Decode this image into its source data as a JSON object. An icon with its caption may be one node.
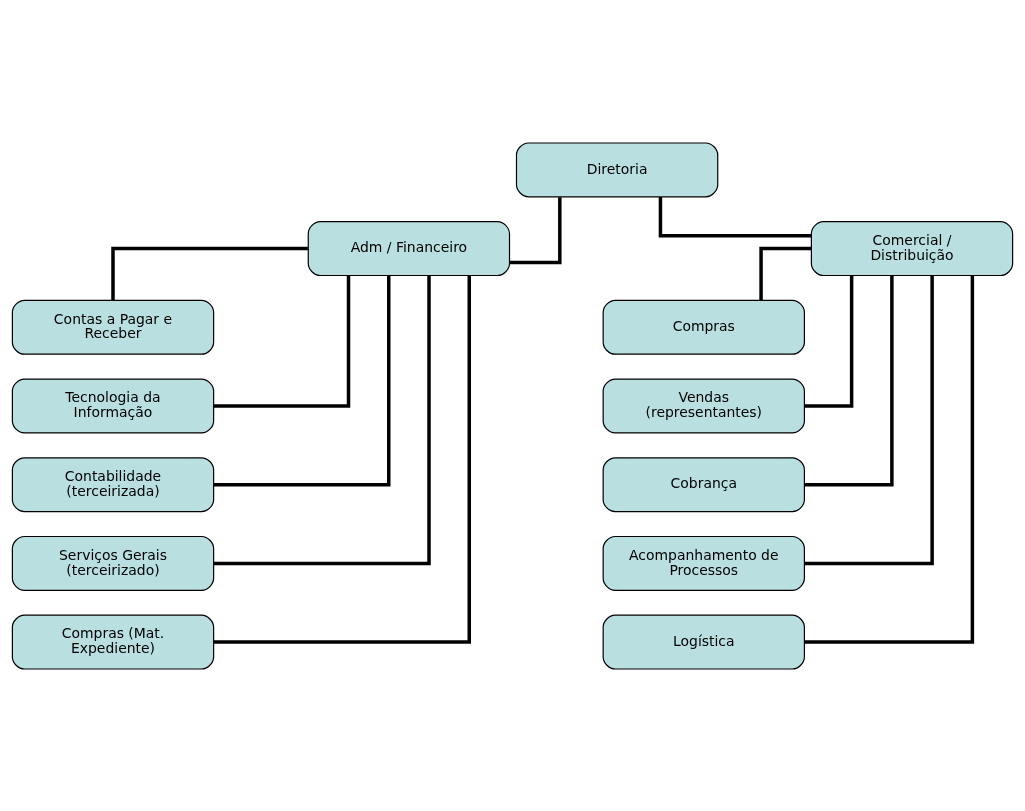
{
  "diagram": {
    "nodes": [
      {
        "text": [
          "Diretoria"
        ]
      },
      {
        "text": [
          "Adm / Financeiro"
        ]
      },
      {
        "text": [
          "Comercial / Distribuição"
        ]
      },
      {
        "text": [
          "Contas a Pagar e Receber"
        ]
      },
      {
        "text": [
          "Tecnologia da Informação"
        ]
      },
      {
        "text": [
          "Contabilidade (terceirizada)"
        ]
      },
      {
        "text": [
          "Serviços Gerais (terceirizado)"
        ]
      },
      {
        "text": [
          "Compras (Mat. Expediente)"
        ]
      },
      {
        "text": [
          "Compras"
        ]
      },
      {
        "text": [
          "Vendas (representantes)"
        ]
      },
      {
        "text": [
          "Cobrança"
        ]
      },
      {
        "text": [
          "Acompanhamento de Processos"
        ]
      },
      {
        "text": [
          "Logística"
        ]
      }
    ],
    "edges": [
      {
        "from": 0,
        "to": 1,
        "arrow": "none"
      },
      {
        "from": 0,
        "to": 2,
        "arrow": "none"
      },
      {
        "from": 1,
        "to": 3,
        "arrow": "none"
      },
      {
        "from": 1,
        "to": 4,
        "arrow": "none"
      },
      {
        "from": 1,
        "to": 5,
        "arrow": "none"
      },
      {
        "from": 1,
        "to": 6,
        "arrow": "none"
      },
      {
        "from": 1,
        "to": 7,
        "arrow": "none"
      },
      {
        "from": 2,
        "to": 8,
        "arrow": "none"
      },
      {
        "from": 2,
        "to": 9,
        "arrow": "none"
      },
      {
        "from": 2,
        "to": 10,
        "arrow": "none"
      },
      {
        "from": 2,
        "to": 11,
        "arrow": "none"
      },
      {
        "from": 2,
        "to": 12,
        "arrow": "none"
      }
    ]
  }
}
